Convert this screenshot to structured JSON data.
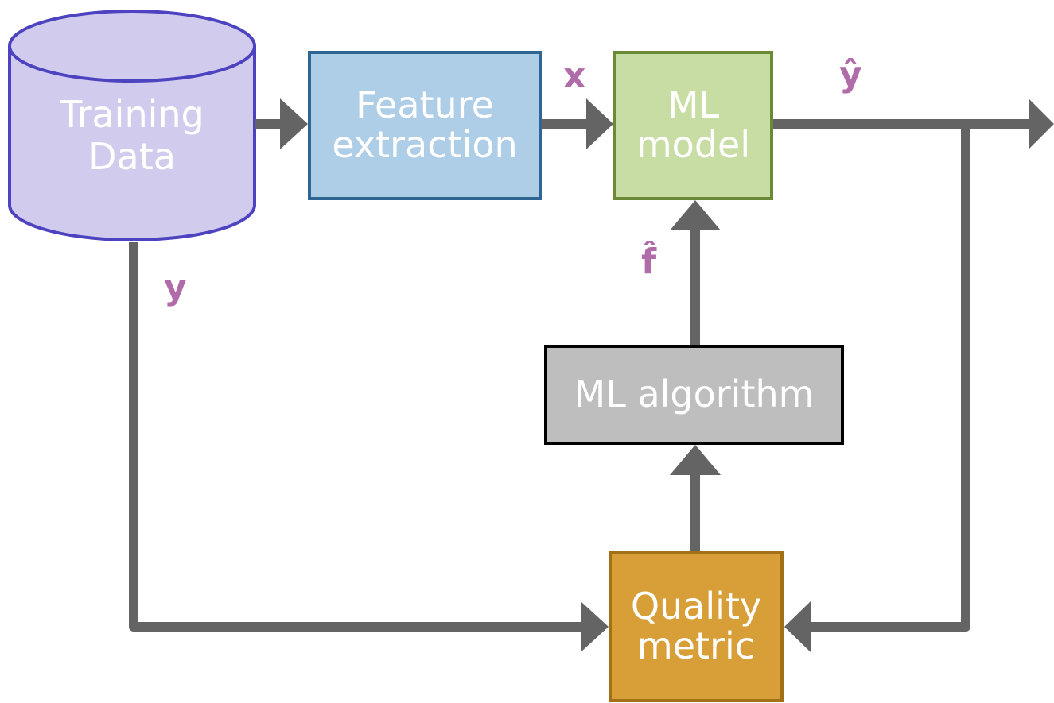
{
  "colors": {
    "arrow": "#646464",
    "variable_text": "#b06ca8",
    "database_fill": "#d1ccee",
    "database_border": "#4d43c0",
    "feature_fill": "#aecde6",
    "feature_border": "#2f6592",
    "model_fill": "#c8dda4",
    "model_border": "#6a8a35",
    "algorithm_fill": "#bebebe",
    "algorithm_border": "#000000",
    "quality_fill": "#d89e37",
    "quality_border": "#a27016"
  },
  "nodes": {
    "training_data": {
      "line1": "Training",
      "line2": "Data",
      "shape": "cylinder"
    },
    "feature_extraction": {
      "line1": "Feature",
      "line2": "extraction"
    },
    "ml_model": {
      "line1": "ML",
      "line2": "model"
    },
    "ml_algorithm": {
      "label": "ML algorithm"
    },
    "quality_metric": {
      "line1": "Quality",
      "line2": "metric"
    }
  },
  "variables": {
    "x": "x",
    "y_hat": "ŷ",
    "f_hat": "f̂",
    "y": "y"
  },
  "edges": [
    {
      "from": "training_data",
      "to": "feature_extraction"
    },
    {
      "from": "feature_extraction",
      "to": "ml_model",
      "label": "x"
    },
    {
      "from": "ml_model",
      "to": "output",
      "label": "ŷ"
    },
    {
      "from": "ml_model",
      "to": "quality_metric",
      "label": "ŷ"
    },
    {
      "from": "training_data",
      "to": "quality_metric",
      "label": "y"
    },
    {
      "from": "quality_metric",
      "to": "ml_algorithm"
    },
    {
      "from": "ml_algorithm",
      "to": "ml_model",
      "label": "f̂"
    }
  ]
}
